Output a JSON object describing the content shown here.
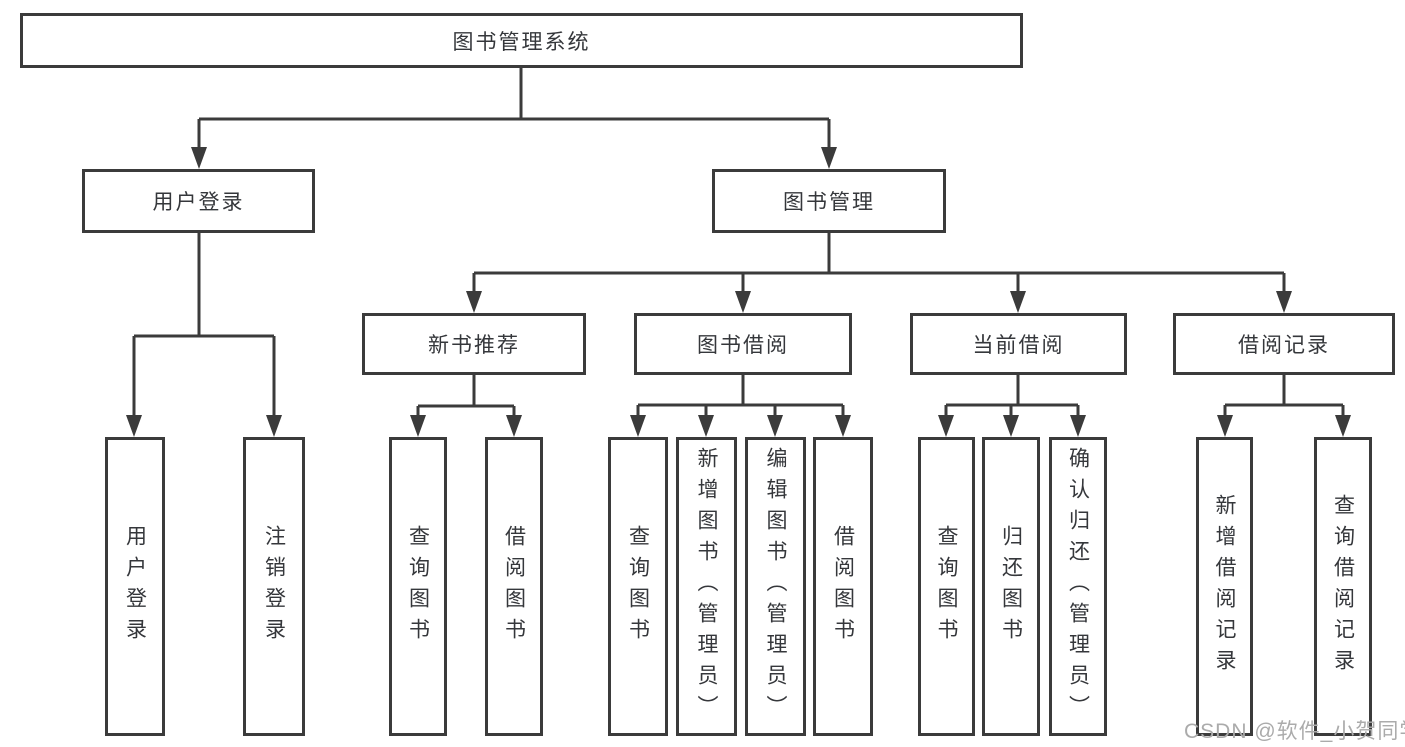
{
  "diagram": {
    "root": {
      "label": "图书管理系统"
    },
    "branches": [
      {
        "label": "用户登录",
        "children": [
          {
            "label": "用户登录"
          },
          {
            "label": "注销登录"
          }
        ]
      },
      {
        "label": "图书管理",
        "children": [
          {
            "label": "新书推荐",
            "children": [
              {
                "label": "查询图书"
              },
              {
                "label": "借阅图书"
              }
            ]
          },
          {
            "label": "图书借阅",
            "children": [
              {
                "label": "查询图书"
              },
              {
                "label": "新增图书（管理员）"
              },
              {
                "label": "编辑图书（管理员）"
              },
              {
                "label": "借阅图书"
              }
            ]
          },
          {
            "label": "当前借阅",
            "children": [
              {
                "label": "查询图书"
              },
              {
                "label": "归还图书"
              },
              {
                "label": "确认归还（管理员）"
              }
            ]
          },
          {
            "label": "借阅记录",
            "children": [
              {
                "label": "新增借阅记录"
              },
              {
                "label": "查询借阅记录"
              }
            ]
          }
        ]
      }
    ],
    "watermark": "CSDN @软件_小贺同学",
    "colors": {
      "line": "#3b3b3b",
      "text": "#35373b",
      "box_background": "#ffffff",
      "background": "#ffffff",
      "watermark": "#ababab"
    }
  }
}
